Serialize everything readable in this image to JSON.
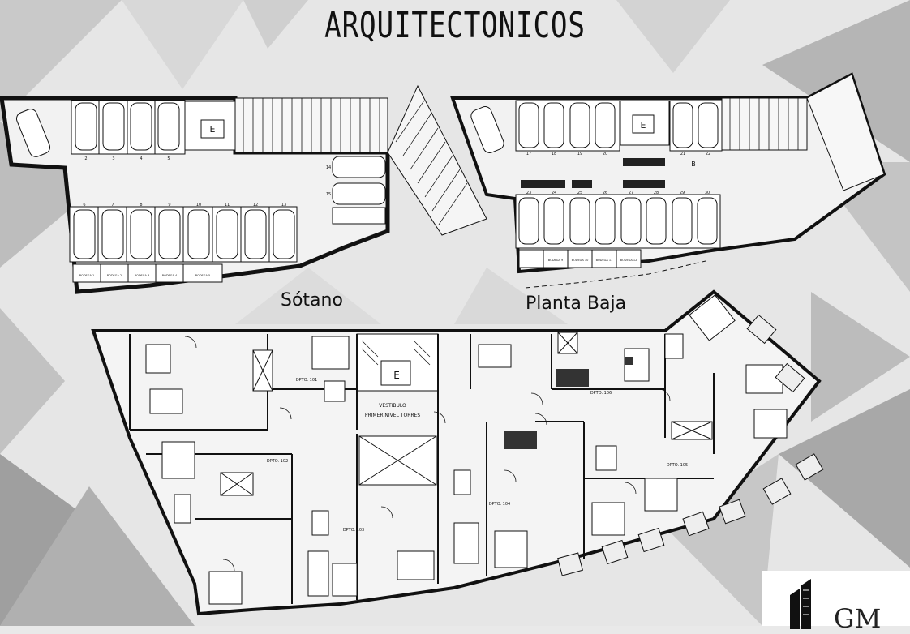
{
  "header": {
    "title": "ARQUITECTONICOS"
  },
  "plans": {
    "sotano_label": "Sótano",
    "planta_baja_label": "Planta Baja",
    "elevator_letter": "E",
    "ramp_letter": "B",
    "vestibulo_line1": "VESTIBULO",
    "vestibulo_line2": "PRIMER NIVEL TORRES",
    "sotano_spots_top": [
      "2",
      "3",
      "4",
      "5"
    ],
    "sotano_spots_bottom": [
      "6",
      "7",
      "8",
      "9",
      "10",
      "11",
      "12",
      "13"
    ],
    "sotano_spots_side": [
      "14",
      "15"
    ],
    "pb_spots_top": [
      "17",
      "18",
      "19",
      "20",
      "21",
      "22"
    ],
    "pb_spots_bottom": [
      "23",
      "24",
      "25",
      "26",
      "27",
      "28",
      "29",
      "30"
    ],
    "sotano_bodegas": [
      "BODEGA 1",
      "BODEGA 2",
      "BODEGA 3",
      "BODEGA 4",
      "BODEGA 5"
    ],
    "pb_bodegas": [
      "BODEGA 9",
      "BODEGA 10",
      "BODEGA 11",
      "BODEGA 12"
    ],
    "departments": [
      "DPTO. 101",
      "DPTO. 102",
      "DPTO. 103",
      "DPTO. 104",
      "DPTO. 105",
      "DPTO. 106"
    ]
  },
  "logo": {
    "text": "GM"
  }
}
